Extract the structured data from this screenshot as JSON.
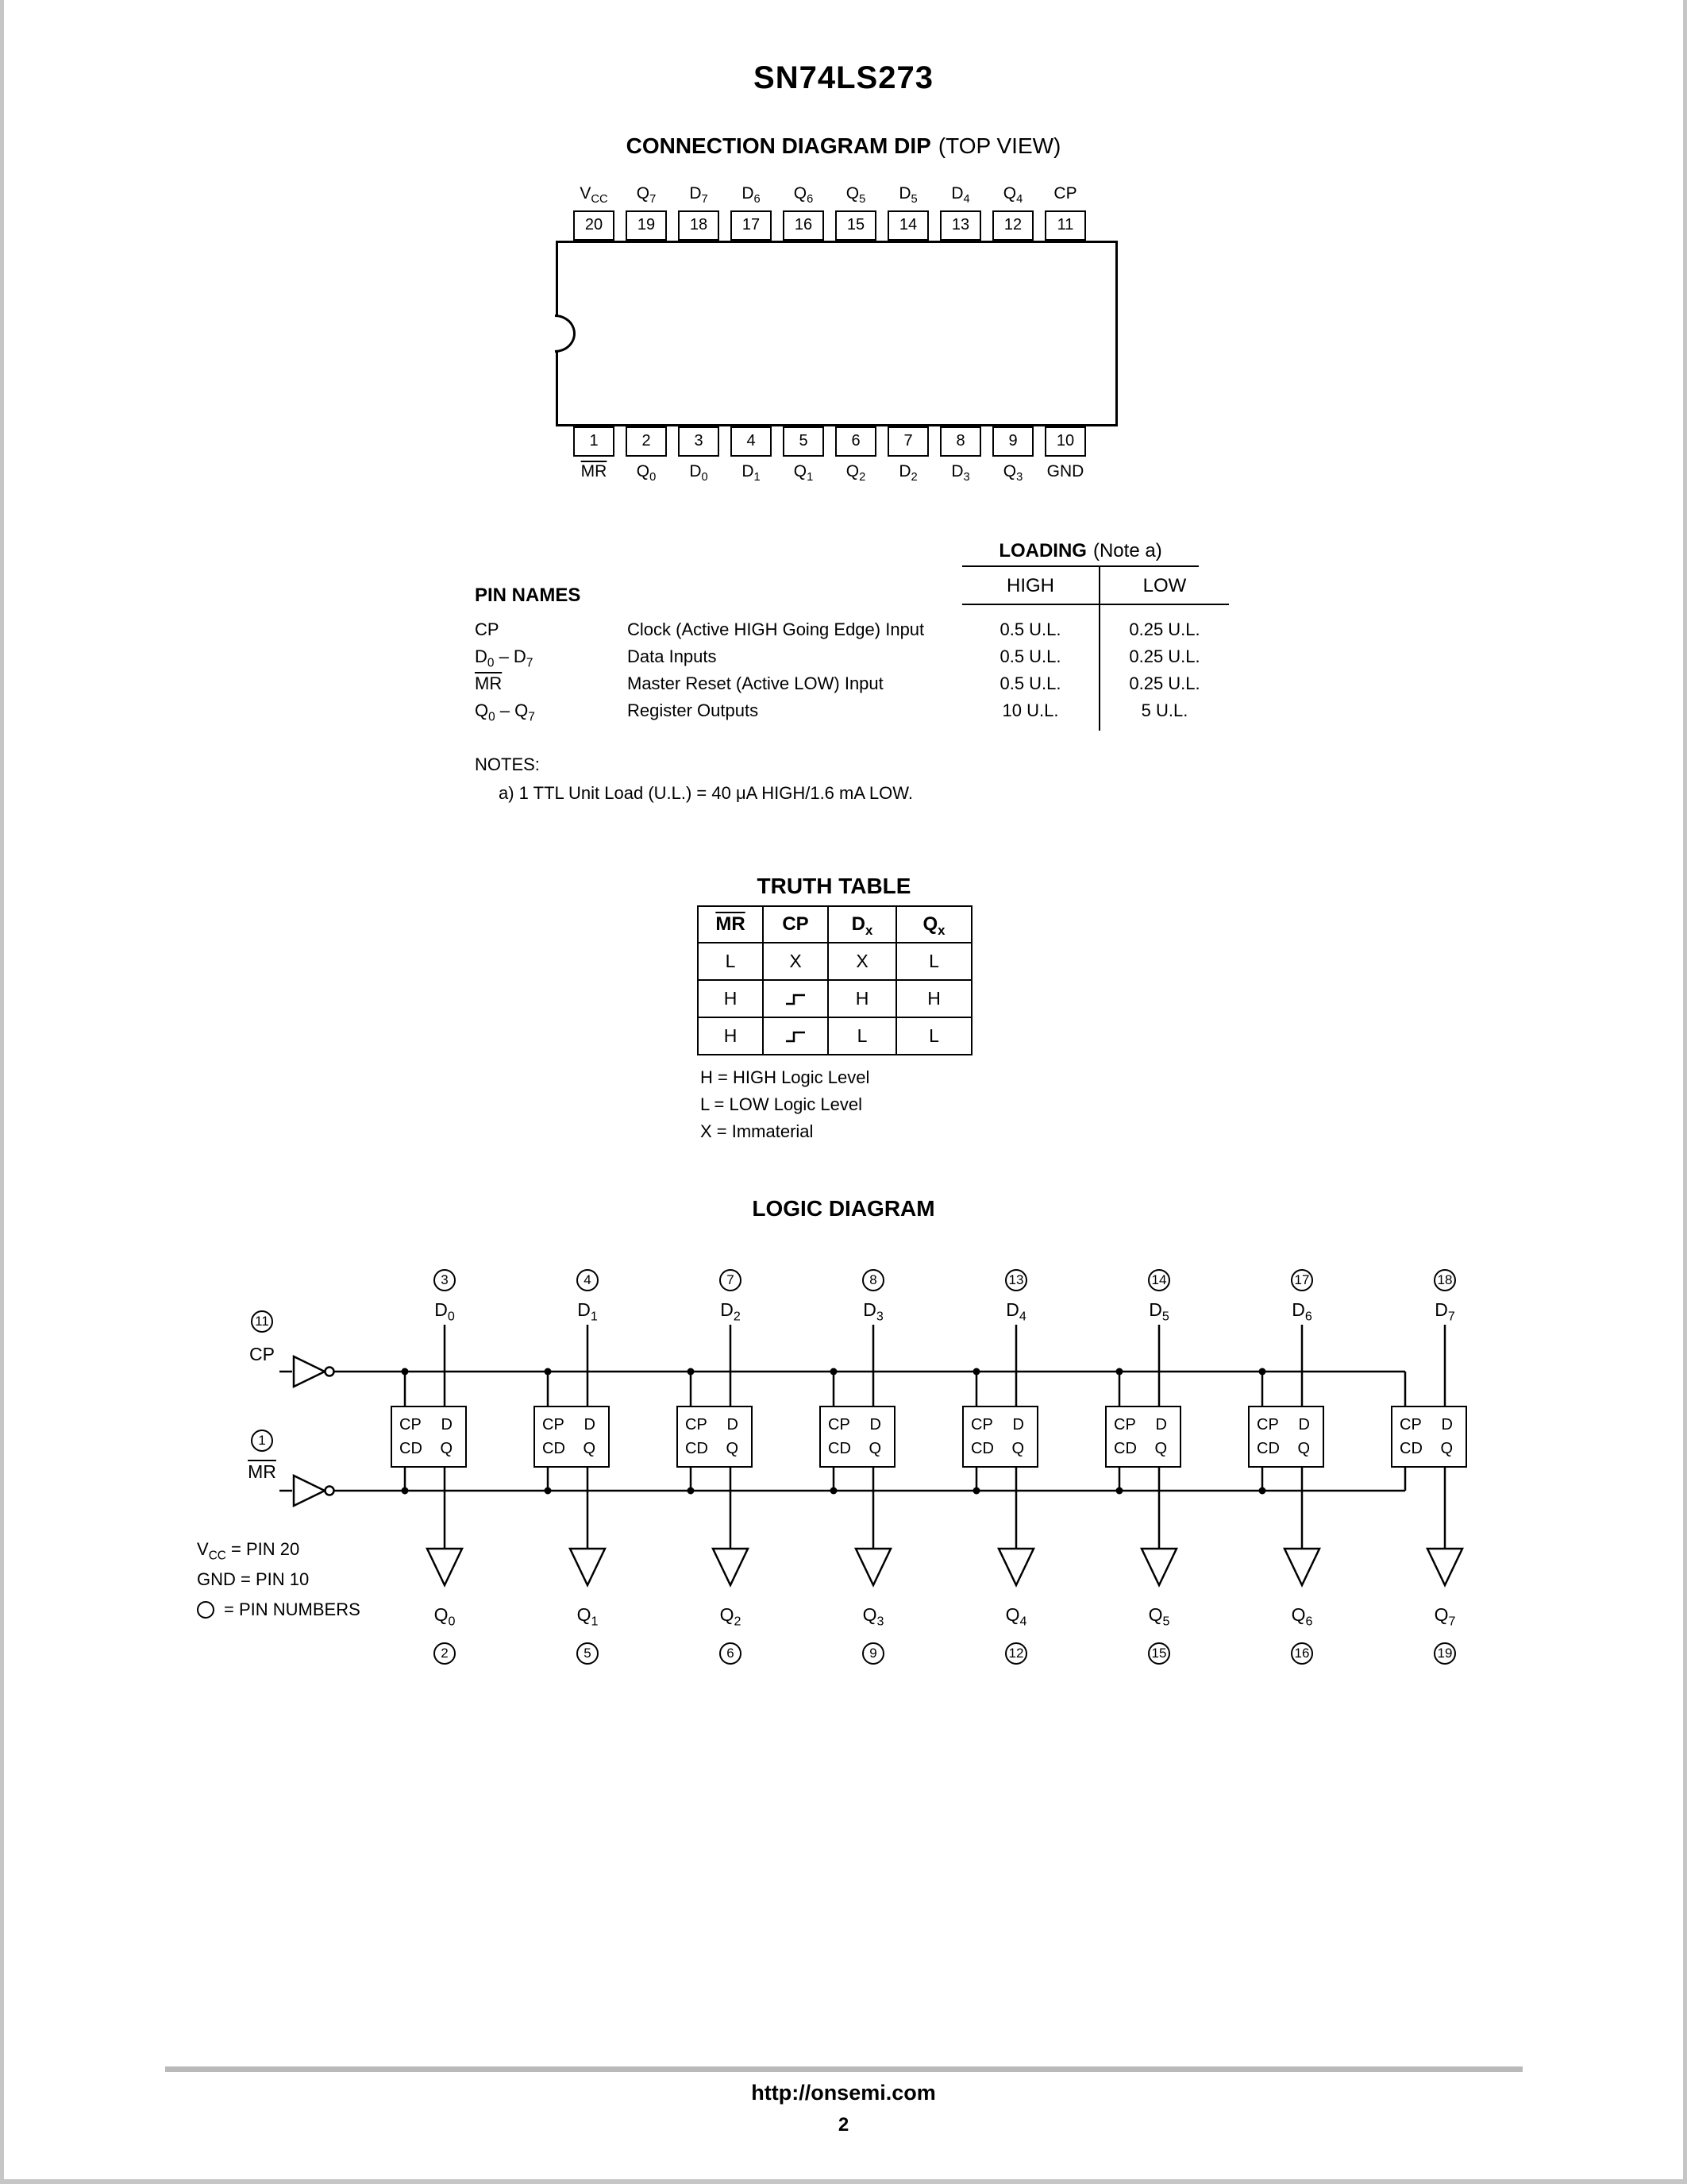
{
  "page": {
    "title": "SN74LS273",
    "footer_url": "http://onsemi.com",
    "page_number": "2"
  },
  "connection": {
    "heading_bold": "CONNECTION DIAGRAM DIP",
    "heading_normal": "(TOP VIEW)",
    "top_pins": [
      {
        "label": "V_CC_",
        "num": "20"
      },
      {
        "label": "Q_7_",
        "num": "19"
      },
      {
        "label": "D_7_",
        "num": "18"
      },
      {
        "label": "D_6_",
        "num": "17"
      },
      {
        "label": "Q_6_",
        "num": "16"
      },
      {
        "label": "Q_5_",
        "num": "15"
      },
      {
        "label": "D_5_",
        "num": "14"
      },
      {
        "label": "D_4_",
        "num": "13"
      },
      {
        "label": "Q_4_",
        "num": "12"
      },
      {
        "label": "CP",
        "num": "11"
      }
    ],
    "bottom_pins": [
      {
        "num": "1",
        "label": "~MR~"
      },
      {
        "num": "2",
        "label": "Q_0_"
      },
      {
        "num": "3",
        "label": "D_0_"
      },
      {
        "num": "4",
        "label": "D_1_"
      },
      {
        "num": "5",
        "label": "Q_1_"
      },
      {
        "num": "6",
        "label": "Q_2_"
      },
      {
        "num": "7",
        "label": "D_2_"
      },
      {
        "num": "8",
        "label": "D_3_"
      },
      {
        "num": "9",
        "label": "Q_3_"
      },
      {
        "num": "10",
        "label": "GND"
      }
    ]
  },
  "pin_table": {
    "heading": "PIN NAMES",
    "loading_bold": "LOADING",
    "loading_note": "(Note a)",
    "col_high": "HIGH",
    "col_low": "LOW",
    "rows": [
      {
        "name": "CP",
        "desc": "Clock (Active HIGH Going Edge) Input",
        "high": "0.5 U.L.",
        "low": "0.25 U.L."
      },
      {
        "name": "D_0_ – D_7_",
        "desc": "Data Inputs",
        "high": "0.5 U.L.",
        "low": "0.25 U.L."
      },
      {
        "name": "~MR~",
        "desc": "Master Reset (Active LOW) Input",
        "high": "0.5 U.L.",
        "low": "0.25 U.L."
      },
      {
        "name": "Q_0_ – Q_7_",
        "desc": "Register Outputs",
        "high": "10 U.L.",
        "low": "5 U.L."
      }
    ],
    "notes_label": "NOTES:",
    "note_a": "a) 1 TTL Unit Load (U.L.) = 40 μA HIGH/1.6 mA LOW."
  },
  "truth_table": {
    "title": "TRUTH TABLE",
    "headers": [
      "~MR~",
      "CP",
      "D_x_",
      "Q_x_"
    ],
    "rows": [
      [
        "L",
        "X",
        "X",
        "L"
      ],
      [
        "H",
        "rising-edge",
        "H",
        "H"
      ],
      [
        "H",
        "rising-edge",
        "L",
        "L"
      ]
    ],
    "legend": [
      "H = HIGH Logic Level",
      "L = LOW Logic Level",
      "X = Immaterial"
    ]
  },
  "logic": {
    "title": "LOGIC DIAGRAM",
    "cp_input": {
      "pin": "11",
      "label": "CP"
    },
    "mr_input": {
      "pin": "1",
      "label": "~MR~"
    },
    "ff_labels": {
      "cp": "CP",
      "d": "D",
      "cd": "CD",
      "q": "Q"
    },
    "columns": [
      {
        "top_pin": "3",
        "d": "D_0_",
        "q": "Q_0_",
        "bottom_pin": "2"
      },
      {
        "top_pin": "4",
        "d": "D_1_",
        "q": "Q_1_",
        "bottom_pin": "5"
      },
      {
        "top_pin": "7",
        "d": "D_2_",
        "q": "Q_2_",
        "bottom_pin": "6"
      },
      {
        "top_pin": "8",
        "d": "D_3_",
        "q": "Q_3_",
        "bottom_pin": "9"
      },
      {
        "top_pin": "13",
        "d": "D_4_",
        "q": "Q_4_",
        "bottom_pin": "12"
      },
      {
        "top_pin": "14",
        "d": "D_5_",
        "q": "Q_5_",
        "bottom_pin": "15"
      },
      {
        "top_pin": "17",
        "d": "D_6_",
        "q": "Q_6_",
        "bottom_pin": "16"
      },
      {
        "top_pin": "18",
        "d": "D_7_",
        "q": "Q_7_",
        "bottom_pin": "19"
      }
    ],
    "notes": [
      "V_CC_ = PIN 20",
      "GND = PIN 10",
      "= PIN NUMBERS"
    ]
  }
}
